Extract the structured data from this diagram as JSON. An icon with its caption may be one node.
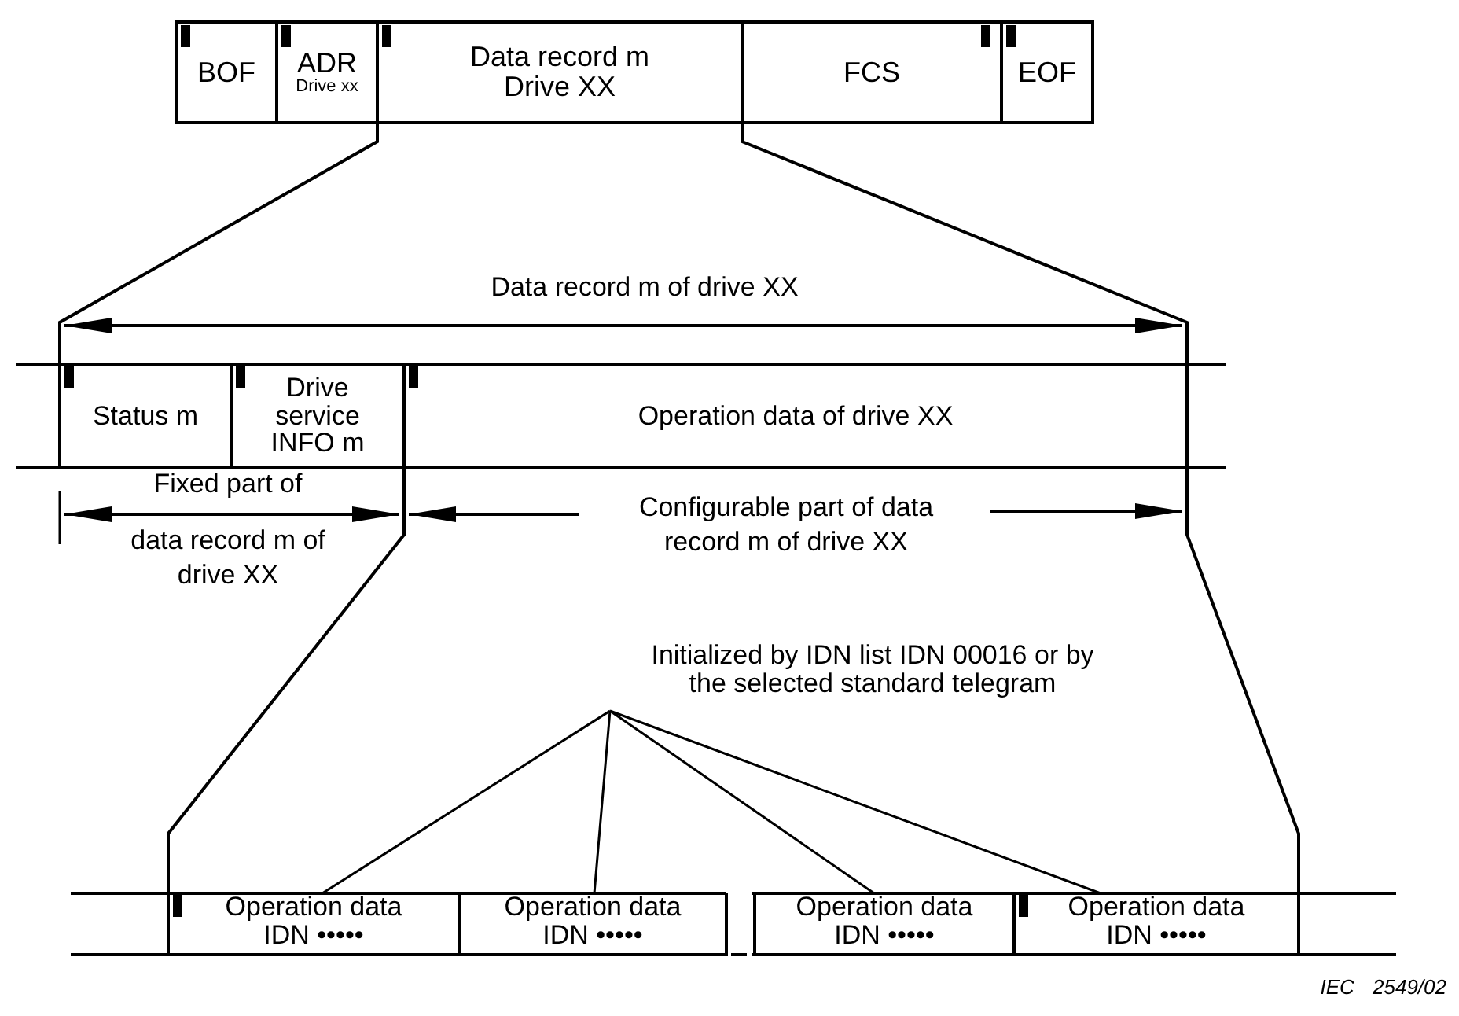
{
  "diagram": {
    "nodes": [
      {
        "text": [
          "BOF"
        ]
      },
      {
        "text": [
          "ADR",
          "Drive xx"
        ]
      },
      {
        "text": [
          "Data record m Drive XX"
        ]
      },
      {
        "text": [
          "FCS"
        ]
      },
      {
        "text": [
          "EOF"
        ]
      },
      {
        "text": [
          "Status m"
        ]
      },
      {
        "text": [
          "Drive service INFO m"
        ]
      },
      {
        "text": [
          "Operation data of drive XX"
        ]
      },
      {
        "text": [
          "Initialized by IDN list IDN 00016 or by the selected standard telegram"
        ]
      },
      {
        "text": [
          "Operation data IDN •••••"
        ]
      },
      {
        "text": [
          "Operation data IDN •••••"
        ]
      },
      {
        "text": [
          "Operation data IDN •••••"
        ]
      },
      {
        "text": [
          "Operation data IDN •••••"
        ]
      }
    ],
    "edges": [
      {
        "from": 8,
        "to": 9,
        "arrow": "none"
      },
      {
        "from": 8,
        "to": 10,
        "arrow": "none"
      },
      {
        "from": 8,
        "to": 11,
        "arrow": "none"
      },
      {
        "from": 8,
        "to": 12,
        "arrow": "none"
      },
      {
        "from": 2,
        "to": 5,
        "arrow": "none"
      },
      {
        "from": 2,
        "to": 7,
        "arrow": "none"
      },
      {
        "from": 7,
        "to": 9,
        "arrow": "none"
      },
      {
        "from": 7,
        "to": 12,
        "arrow": "none"
      }
    ],
    "labels": [
      "Data record m of drive XX",
      "Fixed part of",
      "data record m of drive XX",
      "Configurable part of data record m of drive XX",
      "IEC 2549/02"
    ]
  }
}
